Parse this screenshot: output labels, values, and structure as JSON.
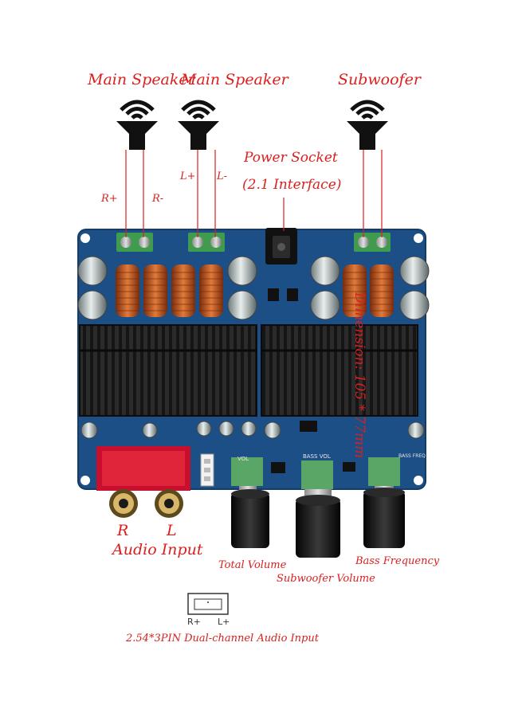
{
  "speakers": [
    {
      "label": "Main Speaker",
      "pos": "R+",
      "neg": "R-"
    },
    {
      "label": "Main Speaker",
      "pos": "L+",
      "neg": "L-"
    },
    {
      "label": "Subwoofer"
    }
  ],
  "power": {
    "line1": "Power Socket",
    "line2": "(2.1 Interface)"
  },
  "dimension": "Dimension: 105 * 77mm",
  "audio_input": {
    "r": "R",
    "l": "L",
    "label": "Audio Input"
  },
  "knobs": {
    "total": "Total Volume",
    "sub": "Subwoofer Volume",
    "bass": "Bass Frequency"
  },
  "pin_header": {
    "r": "R+",
    "l": "L+",
    "caption": "2.54*3PIN Dual-channel Audio Input"
  },
  "board_text": {
    "vol": "VOL",
    "bass_vol": "BASS VOL",
    "bass_freq": "BASS FREQ"
  },
  "colors": {
    "board": "#1c4f86",
    "label": "#d9201e",
    "heatsink": "#1b1b1b"
  }
}
